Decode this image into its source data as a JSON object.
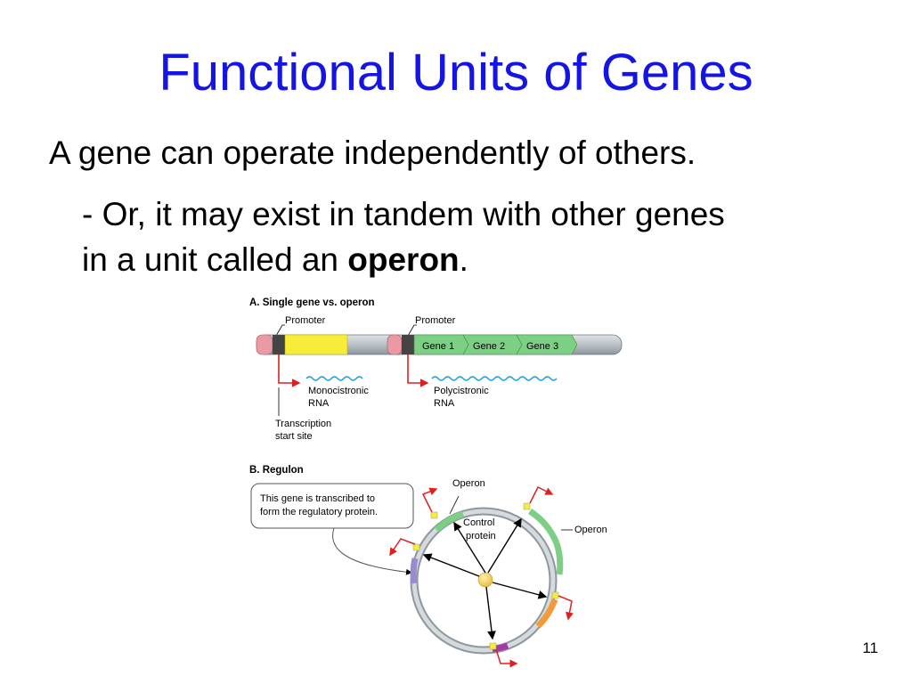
{
  "slide": {
    "title": "Functional Units of Genes",
    "line1": "A gene can operate independently of others.",
    "line2": "- Or, it may exist in tandem with other genes",
    "line3_prefix": "in a unit called an ",
    "line3_bold": "operon",
    "line3_suffix": ".",
    "page_number": "11"
  },
  "figure": {
    "panel_a_title": "A. Single gene vs. operon",
    "promoter_label": "Promoter",
    "gene1": "Gene 1",
    "gene2": "Gene 2",
    "gene3": "Gene 3",
    "mono_rna_1": "Monocistronic",
    "mono_rna_2": "RNA",
    "poly_rna_1": "Polycistronic",
    "poly_rna_2": "RNA",
    "tss_1": "Transcription",
    "tss_2": "start site",
    "panel_b_title": "B. Regulon",
    "callout_1": "This gene is transcribed to",
    "callout_2": "form the regulatory protein.",
    "operon_label": "Operon",
    "control_1": "Control",
    "control_2": "protein"
  },
  "colors": {
    "title": "#1414e6",
    "chromosome": "#b9c0c6",
    "promoter": "#e99aa3",
    "gene_yellow": "#f6ec3a",
    "gene_green": "#7ccf84",
    "arrow_red": "#e02020",
    "rna_blue": "#1e9fe0",
    "control_protein": "#f2c84a"
  }
}
